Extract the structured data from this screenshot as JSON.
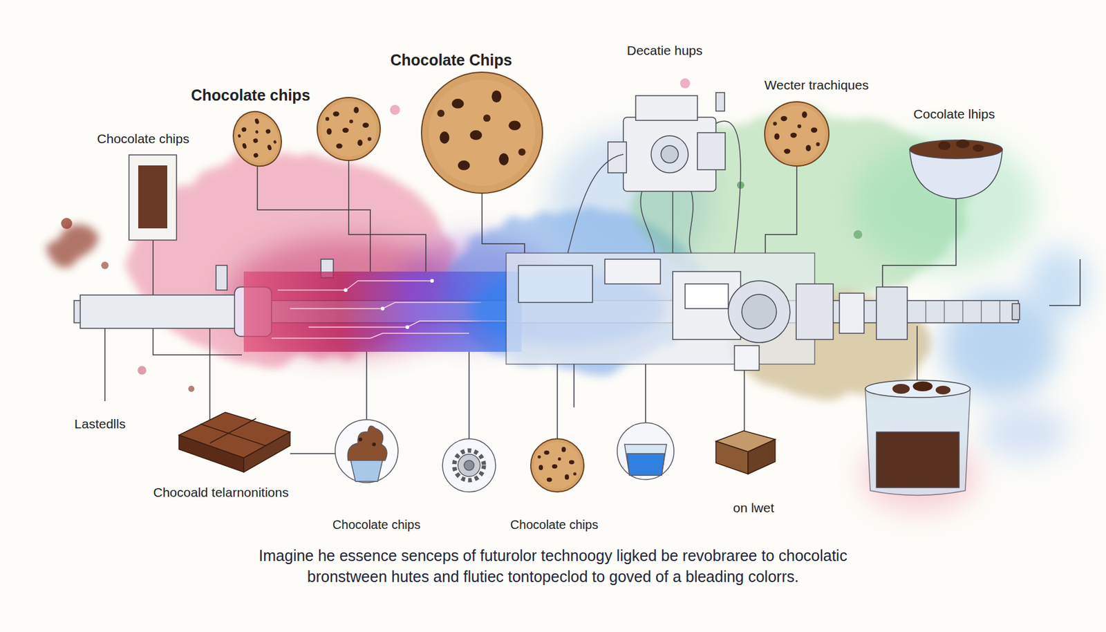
{
  "diagram": {
    "caption": "Imagine he essence senceps of futurolor technoogy ligked be revobraree to chocolatic bronstween hutes and flutiec tontopeclod to goved of a bleading colorrs.",
    "labels": [
      "Decatie hups",
      "Chocolate Chips",
      "Wecter trachiques",
      "Chocolate chips",
      "Cocolate lhips",
      "Chocolate chips",
      "Lastedlls",
      "Chocoald telarnonitions",
      "on lwet",
      "Chocolate chips",
      "Chocolate chips"
    ]
  }
}
